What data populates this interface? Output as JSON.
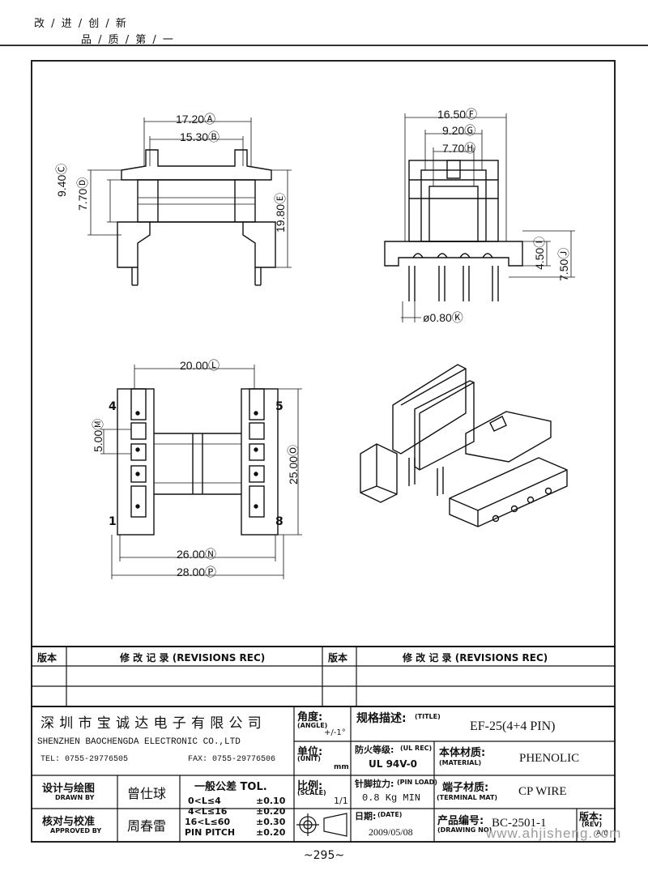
{
  "slogan": {
    "line1": "改 / 进 / 创 / 新",
    "line2": "品 / 质 / 第 / 一"
  },
  "page_number": "~295~",
  "watermark": "www.ahjisheng.com",
  "drawing": {
    "front_view": {
      "d_a": "17.20Ⓐ",
      "d_b": "15.30Ⓑ",
      "d_c": "9.40Ⓒ",
      "d_d": "7.70Ⓓ",
      "d_e": "19.80Ⓔ"
    },
    "side_view": {
      "d_f": "16.50Ⓕ",
      "d_g": "9.20Ⓖ",
      "d_h": "7.70Ⓗ",
      "d_i": "4.50Ⓘ",
      "d_j": "7.50Ⓙ",
      "d_k": "ø0.80Ⓚ"
    },
    "bottom_view": {
      "d_l": "20.00Ⓛ",
      "d_m": "5.00Ⓜ",
      "d_n": "26.00Ⓝ",
      "d_o": "25.00Ⓞ",
      "d_p": "28.00Ⓟ",
      "pin_4": "4",
      "pin_5": "5",
      "pin_1": "1",
      "pin_8": "8"
    }
  },
  "revisions": {
    "version_label": "版本",
    "revisions_label": "修  改  记  录   (REVISIONS REC)"
  },
  "title_block": {
    "company_cn": "深 圳 市 宝 诚 达 电 子 有 限 公 司",
    "company_en": "SHENZHEN BAOCHENGDA ELECTRONIC CO.,LTD",
    "tel": "TEL: 0755-29776505",
    "fax": "FAX: 0755-29776506",
    "angle_label": "角度:",
    "angle_label_en": "(ANGLE)",
    "angle_value": "+/-1°",
    "unit_label": "单位:",
    "unit_label_en": "(UNIT)",
    "unit_value": "mm",
    "scale_label": "比例:",
    "scale_label_en": "(SCALE)",
    "scale_value": "1/1",
    "title_label": "规格描述:",
    "title_label_en": "(TITLE)",
    "title_value": "EF-25(4+4 PIN)",
    "ul_label": "防火等级:",
    "ul_label_en": "(UL REC)",
    "ul_value": "UL 94V-0",
    "material_label": "本体材质:",
    "material_label_en": "(MATERIAL)",
    "material_value": "PHENOLIC",
    "pin_load_label": "针脚拉力:",
    "pin_load_label_en": "(PIN LOAD)",
    "pin_load_value": "0.8 Kg MIN",
    "terminal_label": "端子材质:",
    "terminal_label_en": "(TERMINAL MAT)",
    "terminal_value": "CP WIRE",
    "date_label": "日期:",
    "date_label_en": "(DATE)",
    "date_value": "2009/05/08",
    "drawing_no_label": "产品编号:",
    "drawing_no_label_en": "(DRAWING NO)",
    "drawing_no_value": "BC-2501-1",
    "rev_label": "版本:",
    "rev_label_en": "(REV)",
    "rev_value": "A/0",
    "drawn_by_label": "设计与绘图",
    "drawn_by_label_en": "DRAWN BY",
    "drawn_by_value": "曾仕球",
    "approved_by_label": "核对与校准",
    "approved_by_label_en": "APPROVED BY",
    "approved_by_value": "周春雷",
    "tolerance_title": "一般公差 TOL.",
    "tolerances": [
      {
        "range": "0<L≤4",
        "value": "±0.10"
      },
      {
        "range": "4<L≤16",
        "value": "±0.20"
      },
      {
        "range": "16<L≤60",
        "value": "±0.30"
      },
      {
        "range": "PIN PITCH",
        "value": "±0.20"
      }
    ]
  }
}
